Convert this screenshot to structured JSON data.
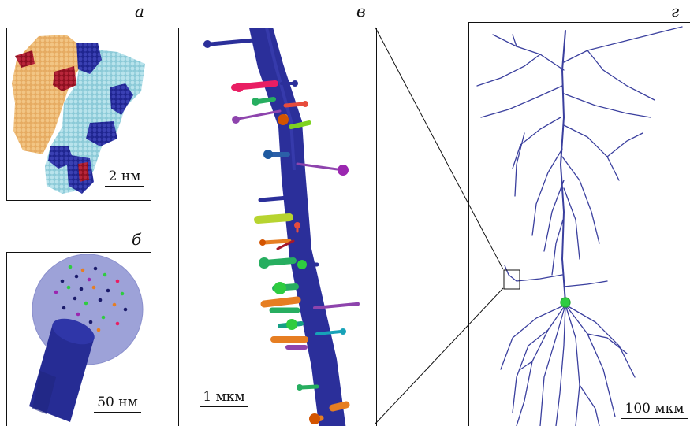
{
  "panels": {
    "a": {
      "label": "а",
      "scale_label": "2 нм"
    },
    "b": {
      "label": "б",
      "scale_label": "50 нм"
    },
    "v": {
      "label": "в",
      "scale_label": "1 мкм"
    },
    "g": {
      "label": "г",
      "scale_label": "100 мкм"
    }
  },
  "colors": {
    "protein_orange": "#e8b06a",
    "protein_lightblue": "#9fd3df",
    "protein_navy": "#2a2f9c",
    "protein_red": "#a5182a",
    "dendrite": "#2b2f9a",
    "neuron": "#3a3f9e",
    "soma": "#2ecc40",
    "sphere": "#9a9fd6"
  }
}
